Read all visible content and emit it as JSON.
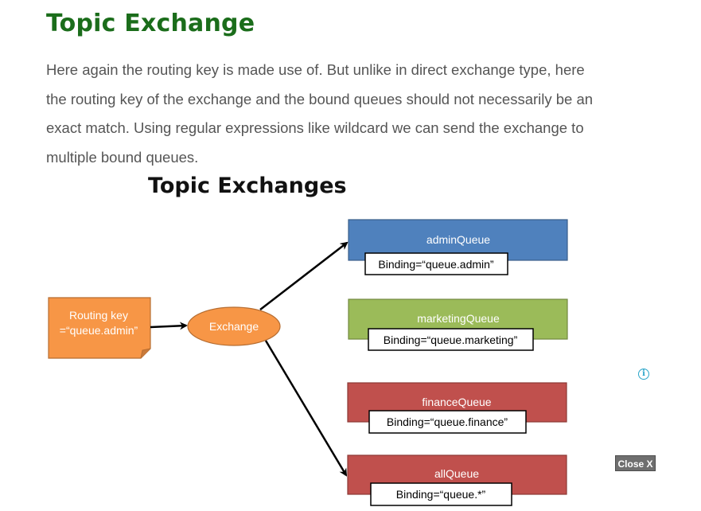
{
  "heading": "Topic Exchange",
  "paragraph": "Here again the routing key is made use of. But unlike in direct exchange type, here the routing key of the exchange and the bound queues should not necessarily be an exact match. Using regular expressions like wildcard we can send the exchange to multiple bound queues.",
  "diagram": {
    "title": "Topic Exchanges",
    "routing_key_line1": "Routing key",
    "routing_key_line2": "=“queue.admin”",
    "exchange_label": "Exchange",
    "queues": [
      {
        "name": "adminQueue",
        "binding": "Binding=“queue.admin”",
        "color": "#4f81bd"
      },
      {
        "name": "marketingQueue",
        "binding": "Binding=“queue.marketing”",
        "color": "#9bbb59"
      },
      {
        "name": "financeQueue",
        "binding": "Binding=“queue.finance”",
        "color": "#c0504d"
      },
      {
        "name": "allQueue",
        "binding": "Binding=“queue.*”",
        "color": "#c0504d"
      }
    ],
    "routing_key_color": "#f79646",
    "exchange_color": "#f79646"
  },
  "ad": {
    "info_icon": "info-icon",
    "info_symbol": "i",
    "close_label": "Close X"
  }
}
